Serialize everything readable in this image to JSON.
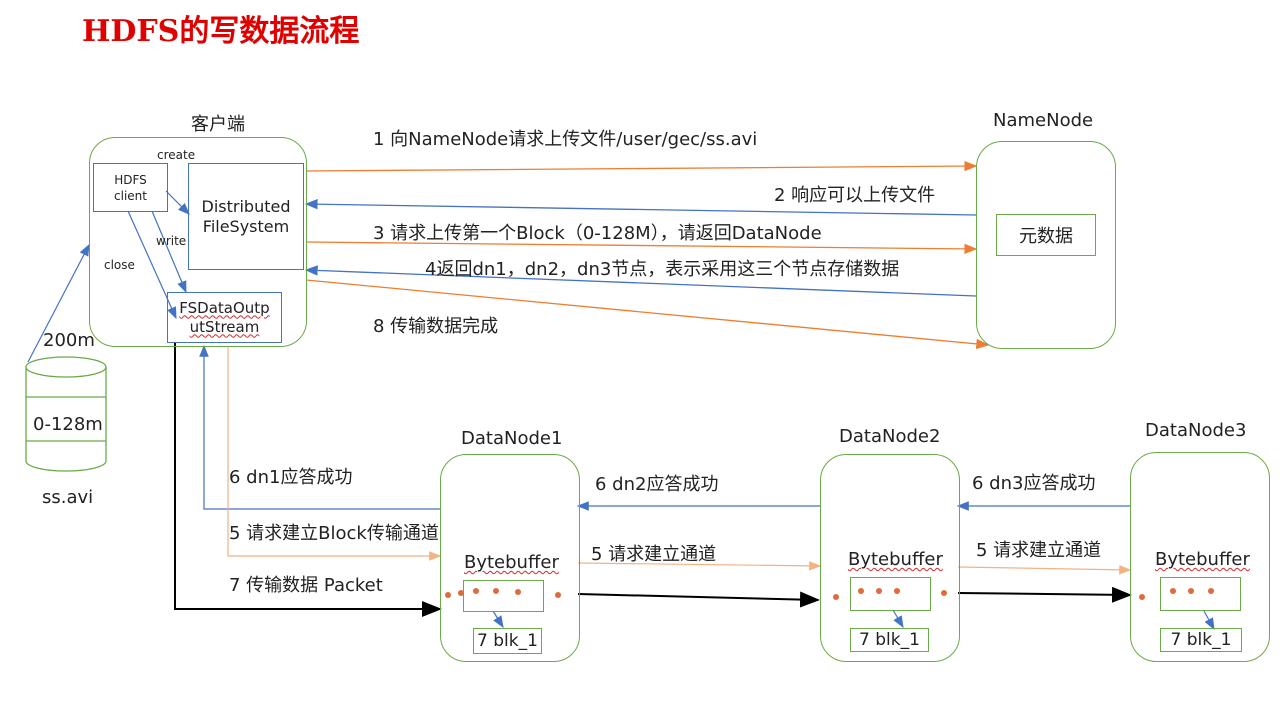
{
  "title": "HDFS的写数据流程",
  "client": {
    "label": "客户端",
    "hdfs_client": "HDFS client",
    "distributed_fs": "Distributed FileSystem",
    "fsdata_stream": "FSDataOutp utStream",
    "create": "create",
    "write": "write",
    "close": "close"
  },
  "file": {
    "size": "200m",
    "block": "0-128m",
    "name": "ss.avi"
  },
  "namenode": {
    "label": "NameNode",
    "metadata": "元数据"
  },
  "steps": {
    "s1": "1 向NameNode请求上传文件/user/gec/ss.avi",
    "s2": "2 响应可以上传文件",
    "s3": "3 请求上传第一个Block（0-128M），请返回DataNode",
    "s4": "4返回dn1，dn2，dn3节点，表示采用这三个节点存储数据",
    "s8": "8 传输数据完成",
    "dn1_ack": "6 dn1应答成功",
    "dn1_pipe": "5 请求建立Block传输通道",
    "packet": "7 传输数据  Packet",
    "dn2_ack": "6 dn2应答成功",
    "dn2_pipe": "5 请求建立通道",
    "dn3_ack": "6 dn3应答成功",
    "dn3_pipe": "5 请求建立通道"
  },
  "datanodes": [
    {
      "label": "DataNode1",
      "buffer": "Bytebuffer",
      "block": "7 blk_1"
    },
    {
      "label": "DataNode2",
      "buffer": "Bytebuffer",
      "block": "7 blk_1"
    },
    {
      "label": "DataNode3",
      "buffer": "Bytebuffer",
      "block": "7 blk_1"
    }
  ],
  "colors": {
    "title": "#e00000",
    "node_border": "#6aaa48",
    "request_arrow": "#ed7d31",
    "response_arrow": "#4472c4",
    "data_arrow": "#000000",
    "dot": "#e06a3c"
  }
}
